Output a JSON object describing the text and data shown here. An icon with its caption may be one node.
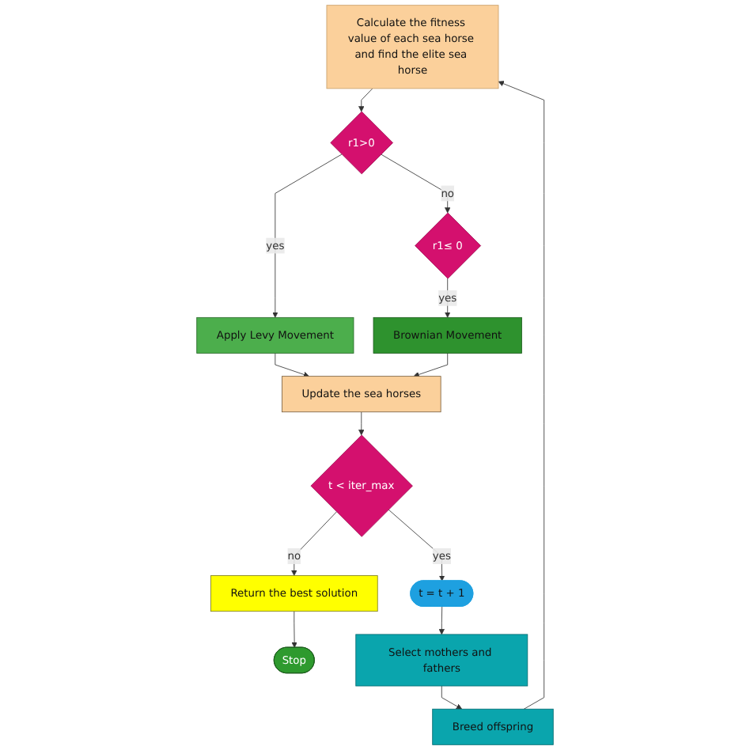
{
  "diagram": {
    "nodes": [
      {
        "text": [
          "Calculate the fitness value of each sea horse and find the elite sea horse"
        ]
      },
      {
        "text": [
          "r1>0"
        ]
      },
      {
        "text": [
          "Apply Levy Movement"
        ]
      },
      {
        "text": [
          "r1≤ 0"
        ]
      },
      {
        "text": [
          "Brownian Movement"
        ]
      },
      {
        "text": [
          "Update the sea horses"
        ]
      },
      {
        "text": [
          "t < iter_max"
        ]
      },
      {
        "text": [
          "t = t + 1"
        ]
      },
      {
        "text": [
          "Return the best solution"
        ]
      },
      {
        "text": [
          "Stop"
        ]
      },
      {
        "text": [
          "Select mothers and fathers"
        ]
      },
      {
        "text": [
          "Breed offspring"
        ]
      }
    ],
    "edges": [
      {
        "from": 0,
        "to": 1,
        "arrow": "to"
      },
      {
        "from": 1,
        "to": 2,
        "arrow": "to",
        "label": "yes"
      },
      {
        "from": 1,
        "to": 3,
        "arrow": "to",
        "label": "no"
      },
      {
        "from": 3,
        "to": 4,
        "arrow": "to",
        "label": "yes"
      },
      {
        "from": 2,
        "to": 5,
        "arrow": "to"
      },
      {
        "from": 4,
        "to": 5,
        "arrow": "to"
      },
      {
        "from": 5,
        "to": 6,
        "arrow": "to"
      },
      {
        "from": 6,
        "to": 7,
        "arrow": "to",
        "label": "yes"
      },
      {
        "from": 6,
        "to": 8,
        "arrow": "to",
        "label": "no"
      },
      {
        "from": 8,
        "to": 9,
        "arrow": "to"
      },
      {
        "from": 7,
        "to": 10,
        "arrow": "to"
      },
      {
        "from": 10,
        "to": 11,
        "arrow": "to"
      },
      {
        "from": 11,
        "to": 0,
        "arrow": "to"
      }
    ]
  }
}
